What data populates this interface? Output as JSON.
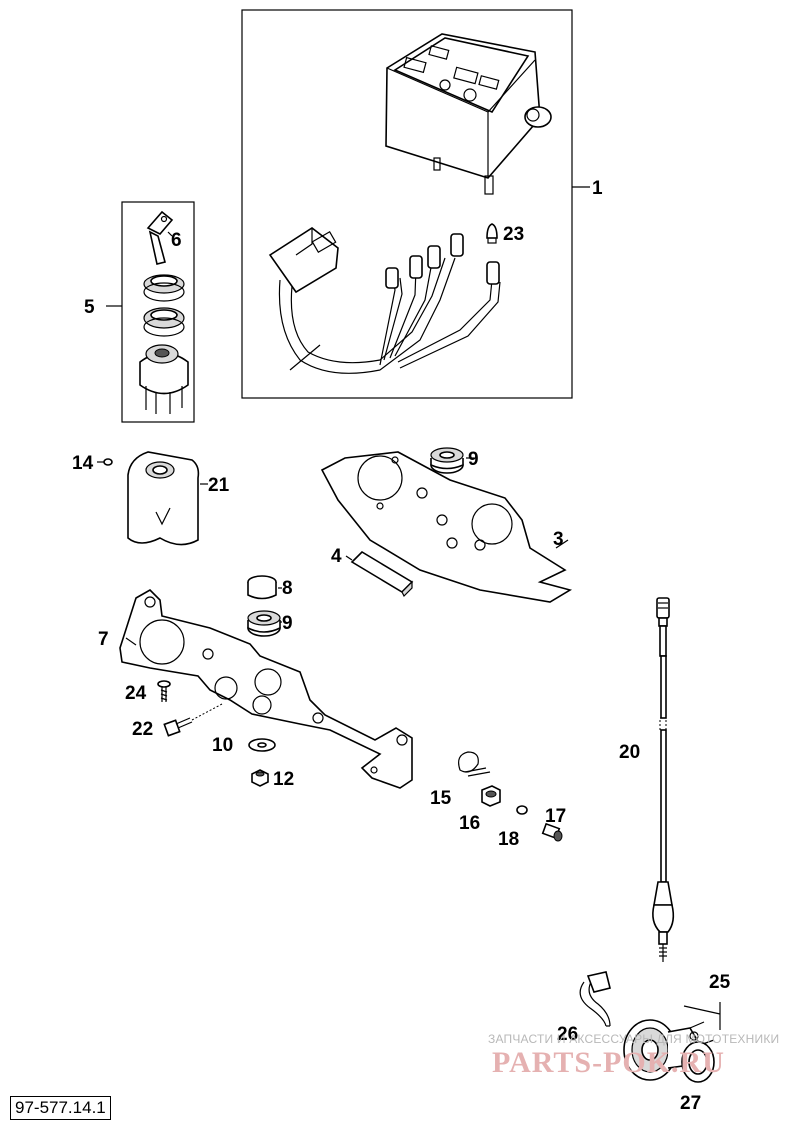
{
  "diagram": {
    "reference_code": "97-577.14.1",
    "watermark": {
      "text": "ЗАПЧАСТИ И АКСЕССУАРЫ ДЛЯ МОТОТЕХНИКИ",
      "logo": "PARTS-POK.RU"
    },
    "callouts": {
      "p1": "1",
      "p3": "3",
      "p4": "4",
      "p5": "5",
      "p6": "6",
      "p7": "7",
      "p8": "8",
      "p9a": "9",
      "p9b": "9",
      "p10": "10",
      "p12": "12",
      "p14": "14",
      "p15": "15",
      "p16": "16",
      "p17": "17",
      "p18": "18",
      "p20": "20",
      "p21": "21",
      "p22": "22",
      "p23": "23",
      "p24": "24",
      "p25": "25",
      "p26": "26",
      "p27": "27"
    }
  }
}
